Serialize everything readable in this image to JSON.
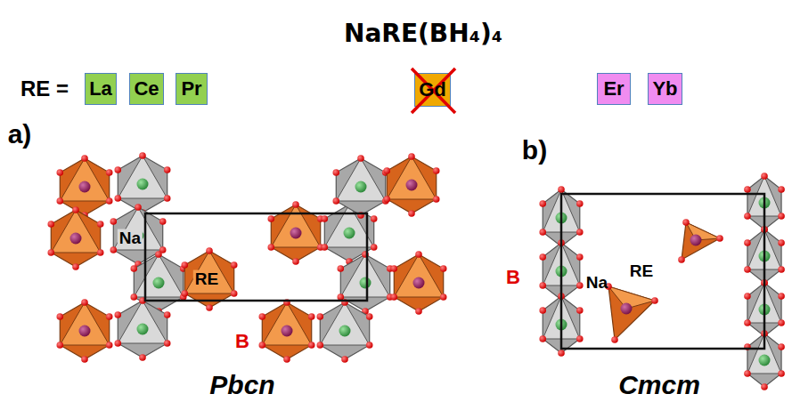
{
  "diagram": {
    "title": "NaRE(BH₄)₄",
    "nodes": [
      {
        "text": [
          "La"
        ]
      },
      {
        "text": [
          "Ce"
        ]
      },
      {
        "text": [
          "Pr"
        ]
      },
      {
        "text": [
          "Gd"
        ]
      },
      {
        "text": [
          "Er"
        ]
      },
      {
        "text": [
          "Yb"
        ]
      }
    ],
    "labels": [
      "RE =",
      "a)",
      "Na",
      "RE",
      "B",
      "b)",
      "B",
      "Na",
      "RE",
      "Pbcn",
      "Cmcm"
    ]
  }
}
